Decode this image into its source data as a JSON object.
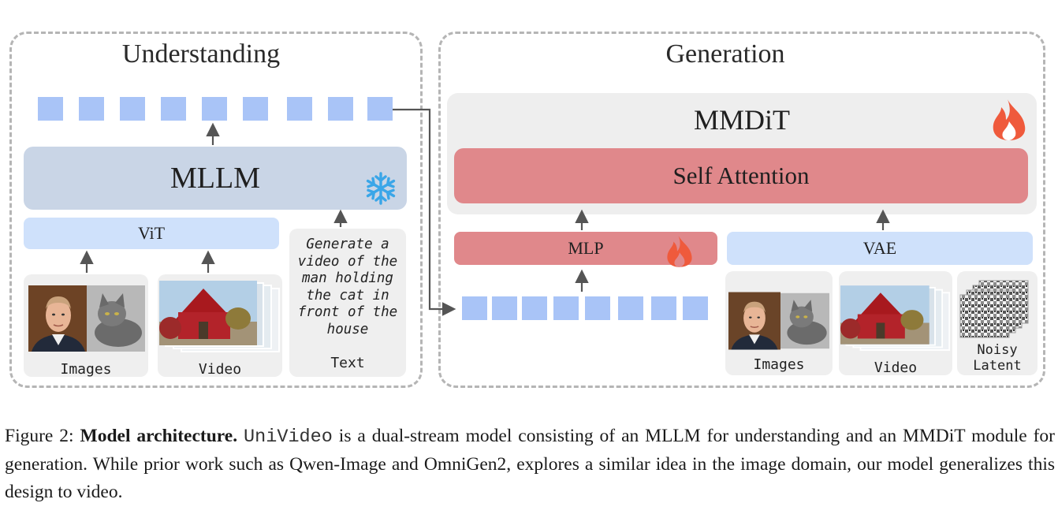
{
  "understanding": {
    "title": "Understanding",
    "mllm_label": "MLLM",
    "vit_label": "ViT",
    "images_label": "Images",
    "video_label": "Video",
    "text_label": "Text",
    "prompt_lines": [
      "Generate a",
      "video of the",
      "man holding",
      "the cat in",
      "front of the",
      "house"
    ]
  },
  "generation": {
    "title": "Generation",
    "mmdit_label": "MMDiT",
    "self_attention_label": "Self Attention",
    "mlp_label": "MLP",
    "vae_label": "VAE",
    "images_label": "Images",
    "video_label": "Video",
    "noisy_label_1": "Noisy",
    "noisy_label_2": "Latent"
  },
  "colors": {
    "token": "#a9c4f7",
    "mllm": "#c9d5e6",
    "vit": "#cfe1fb",
    "attention": "#e0888b",
    "mmdit": "#eeeeee",
    "flame": "#ef5a3c",
    "snow": "#3aa6e8"
  },
  "caption": {
    "figure_label": "Figure 2:",
    "bold_title": "Model architecture.",
    "model_name": "UniVideo",
    "rest": "is a dual-stream model consisting of an MLLM for understanding and an MMDiT module for generation. While prior work such as Qwen-Image and OmniGen2, explores a similar idea in the image domain, our model generalizes this design to video."
  }
}
